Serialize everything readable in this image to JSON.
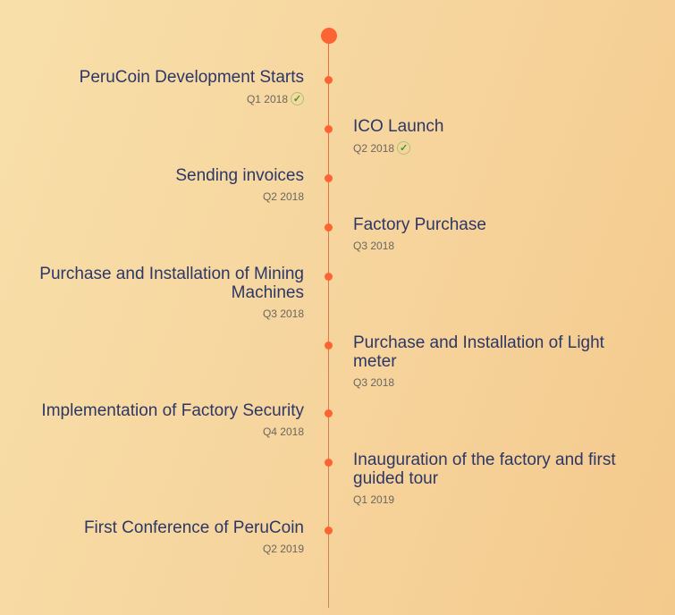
{
  "milestones": [
    {
      "title": "PeruCoin Development Starts",
      "date": "Q1 2018",
      "done": true,
      "side": "left"
    },
    {
      "title": "ICO Launch",
      "date": "Q2 2018",
      "done": true,
      "side": "right"
    },
    {
      "title": "Sending invoices",
      "date": "Q2 2018",
      "done": false,
      "side": "left"
    },
    {
      "title": "Factory Purchase",
      "date": "Q3 2018",
      "done": false,
      "side": "right"
    },
    {
      "title": "Purchase and Installation of Mining Machines",
      "date": "Q3 2018",
      "done": false,
      "side": "left"
    },
    {
      "title": "Purchase and Installation of Light meter",
      "date": "Q3 2018",
      "done": false,
      "side": "right"
    },
    {
      "title": "Implementation of Factory Security",
      "date": "Q4 2018",
      "done": false,
      "side": "left"
    },
    {
      "title": "Inauguration of the factory and first guided tour",
      "date": "Q1 2019",
      "done": false,
      "side": "right"
    },
    {
      "title": "First Conference of PeruCoin",
      "date": "Q2 2019",
      "done": false,
      "side": "left"
    }
  ],
  "icons": {
    "check": "✓"
  },
  "colors": {
    "accent": "#fc6434",
    "title": "#2d3766"
  }
}
